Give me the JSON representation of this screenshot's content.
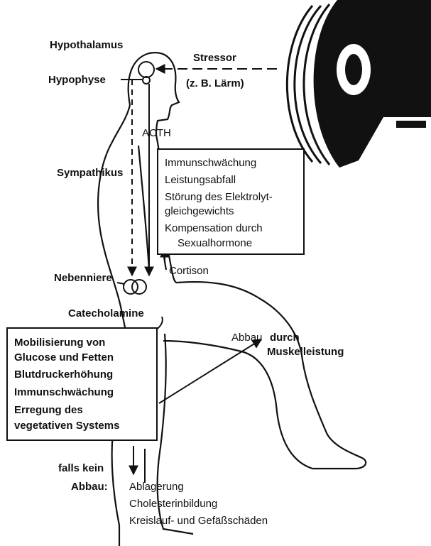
{
  "labels": {
    "hypothalamus": "Hypothalamus",
    "hypophyse": "Hypophyse",
    "stressor": "Stressor",
    "stressor_example": "(z. B. Lärm)",
    "acth": "ACTH",
    "sympathikus": "Sympathikus",
    "nebenniere": "Nebenniere",
    "cortison": "Cortison",
    "catecholamine": "Catecholamine",
    "abbau": "Abbau",
    "abbau_durch": "durch",
    "muskelleistung": "Muskelleistung",
    "falls_kein": "falls kein",
    "abbau_colon": "Abbau:"
  },
  "cortison_effects": {
    "items": [
      "Immunschwächung",
      "Leistungsabfall",
      "Störung des Elektrolyt-",
      "gleichgewichts",
      "Kompensation durch",
      "Sexualhormone"
    ]
  },
  "catecholamine_effects": {
    "items": [
      "Mobilisierung von",
      "Glucose und Fetten",
      "Blutdruckerhöhung",
      "Immunschwächung",
      "Erregung des",
      "vegetativen Systems"
    ]
  },
  "consequences": {
    "items": [
      "Ablagerung",
      "Cholesterinbildung",
      "Kreislauf- und Gefäßschäden"
    ]
  },
  "colors": {
    "ink": "#111111",
    "background": "#ffffff"
  }
}
